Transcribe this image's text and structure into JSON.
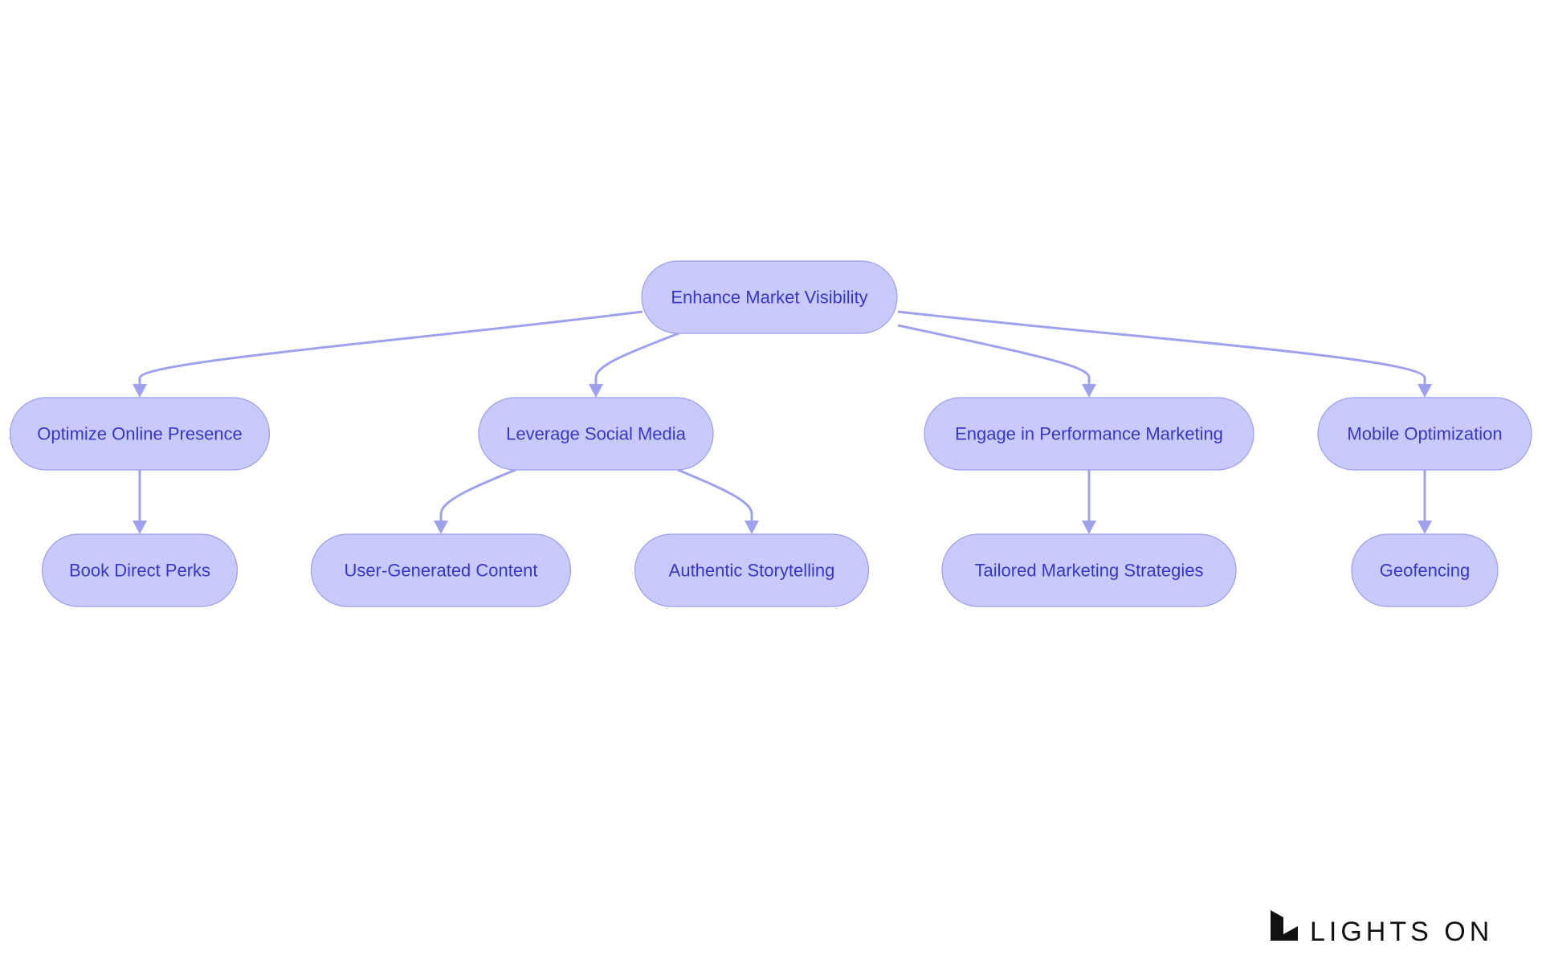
{
  "diagram": {
    "type": "flowchart-tree",
    "colors": {
      "node_fill": "#c8cafc",
      "node_stroke": "#9a9ef0",
      "node_text": "#3a36c4",
      "edge": "#9ea1ee"
    },
    "nodes": [
      {
        "id": "root",
        "label": "Enhance Market Visibility"
      },
      {
        "id": "online",
        "label": "Optimize Online Presence"
      },
      {
        "id": "social",
        "label": "Leverage Social Media"
      },
      {
        "id": "performance",
        "label": "Engage in Performance Marketing"
      },
      {
        "id": "mobile",
        "label": "Mobile Optimization"
      },
      {
        "id": "perks",
        "label": "Book Direct Perks"
      },
      {
        "id": "ugc",
        "label": "User-Generated Content"
      },
      {
        "id": "story",
        "label": "Authentic Storytelling"
      },
      {
        "id": "tailored",
        "label": "Tailored Marketing Strategies"
      },
      {
        "id": "geo",
        "label": "Geofencing"
      }
    ],
    "edges": [
      {
        "from": "root",
        "to": "online"
      },
      {
        "from": "root",
        "to": "social"
      },
      {
        "from": "root",
        "to": "performance"
      },
      {
        "from": "root",
        "to": "mobile"
      },
      {
        "from": "online",
        "to": "perks"
      },
      {
        "from": "social",
        "to": "ugc"
      },
      {
        "from": "social",
        "to": "story"
      },
      {
        "from": "performance",
        "to": "tailored"
      },
      {
        "from": "mobile",
        "to": "geo"
      }
    ]
  },
  "logo": {
    "text": "LIGHTS ON",
    "mark_icon": "lights-on-logo-icon"
  }
}
